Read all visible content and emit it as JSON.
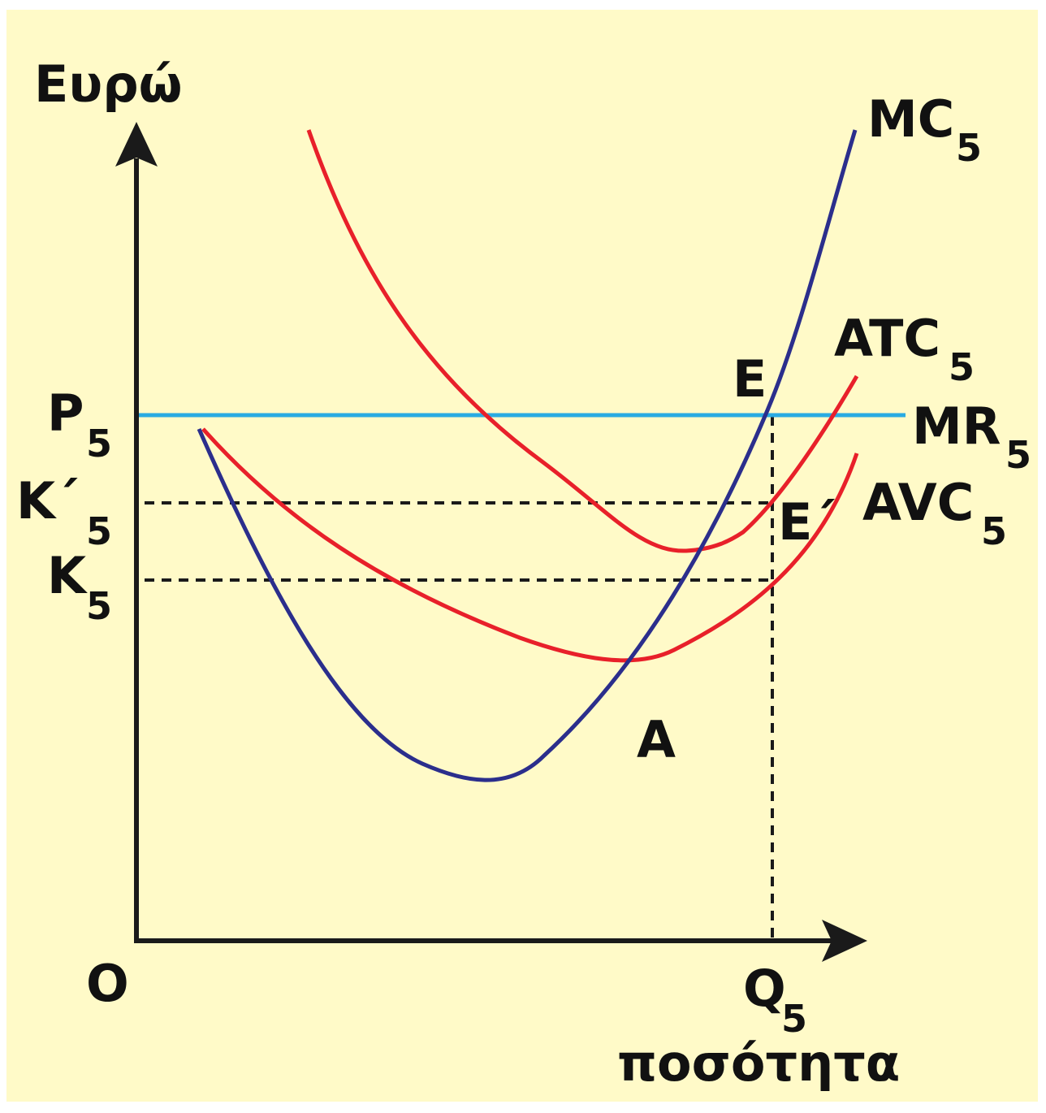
{
  "colors": {
    "background": "#fffac8",
    "axis": "#1a1a1a",
    "mc": "#2b2e8c",
    "cost": "#e8202a",
    "mr": "#29abe2",
    "guide": "#1a1a1a"
  },
  "axes": {
    "y_label": "Ευρώ",
    "x_label": "ποσότητα",
    "origin": "O"
  },
  "curves": {
    "mc": {
      "label": "MC",
      "sub": "5"
    },
    "atc": {
      "label": "ATC",
      "sub": "5"
    },
    "avc": {
      "label": "AVC",
      "sub": "5"
    },
    "mr": {
      "label": "MR",
      "sub": "5"
    }
  },
  "levels": {
    "p": {
      "label": "P",
      "sub": "5"
    },
    "k_prime": {
      "label": "Κ΄",
      "sub": "5"
    },
    "k": {
      "label": "Κ",
      "sub": "5"
    },
    "q": {
      "label": "Q",
      "sub": "5"
    }
  },
  "points": {
    "e": "E",
    "e_prime": "E΄",
    "a": "A"
  }
}
